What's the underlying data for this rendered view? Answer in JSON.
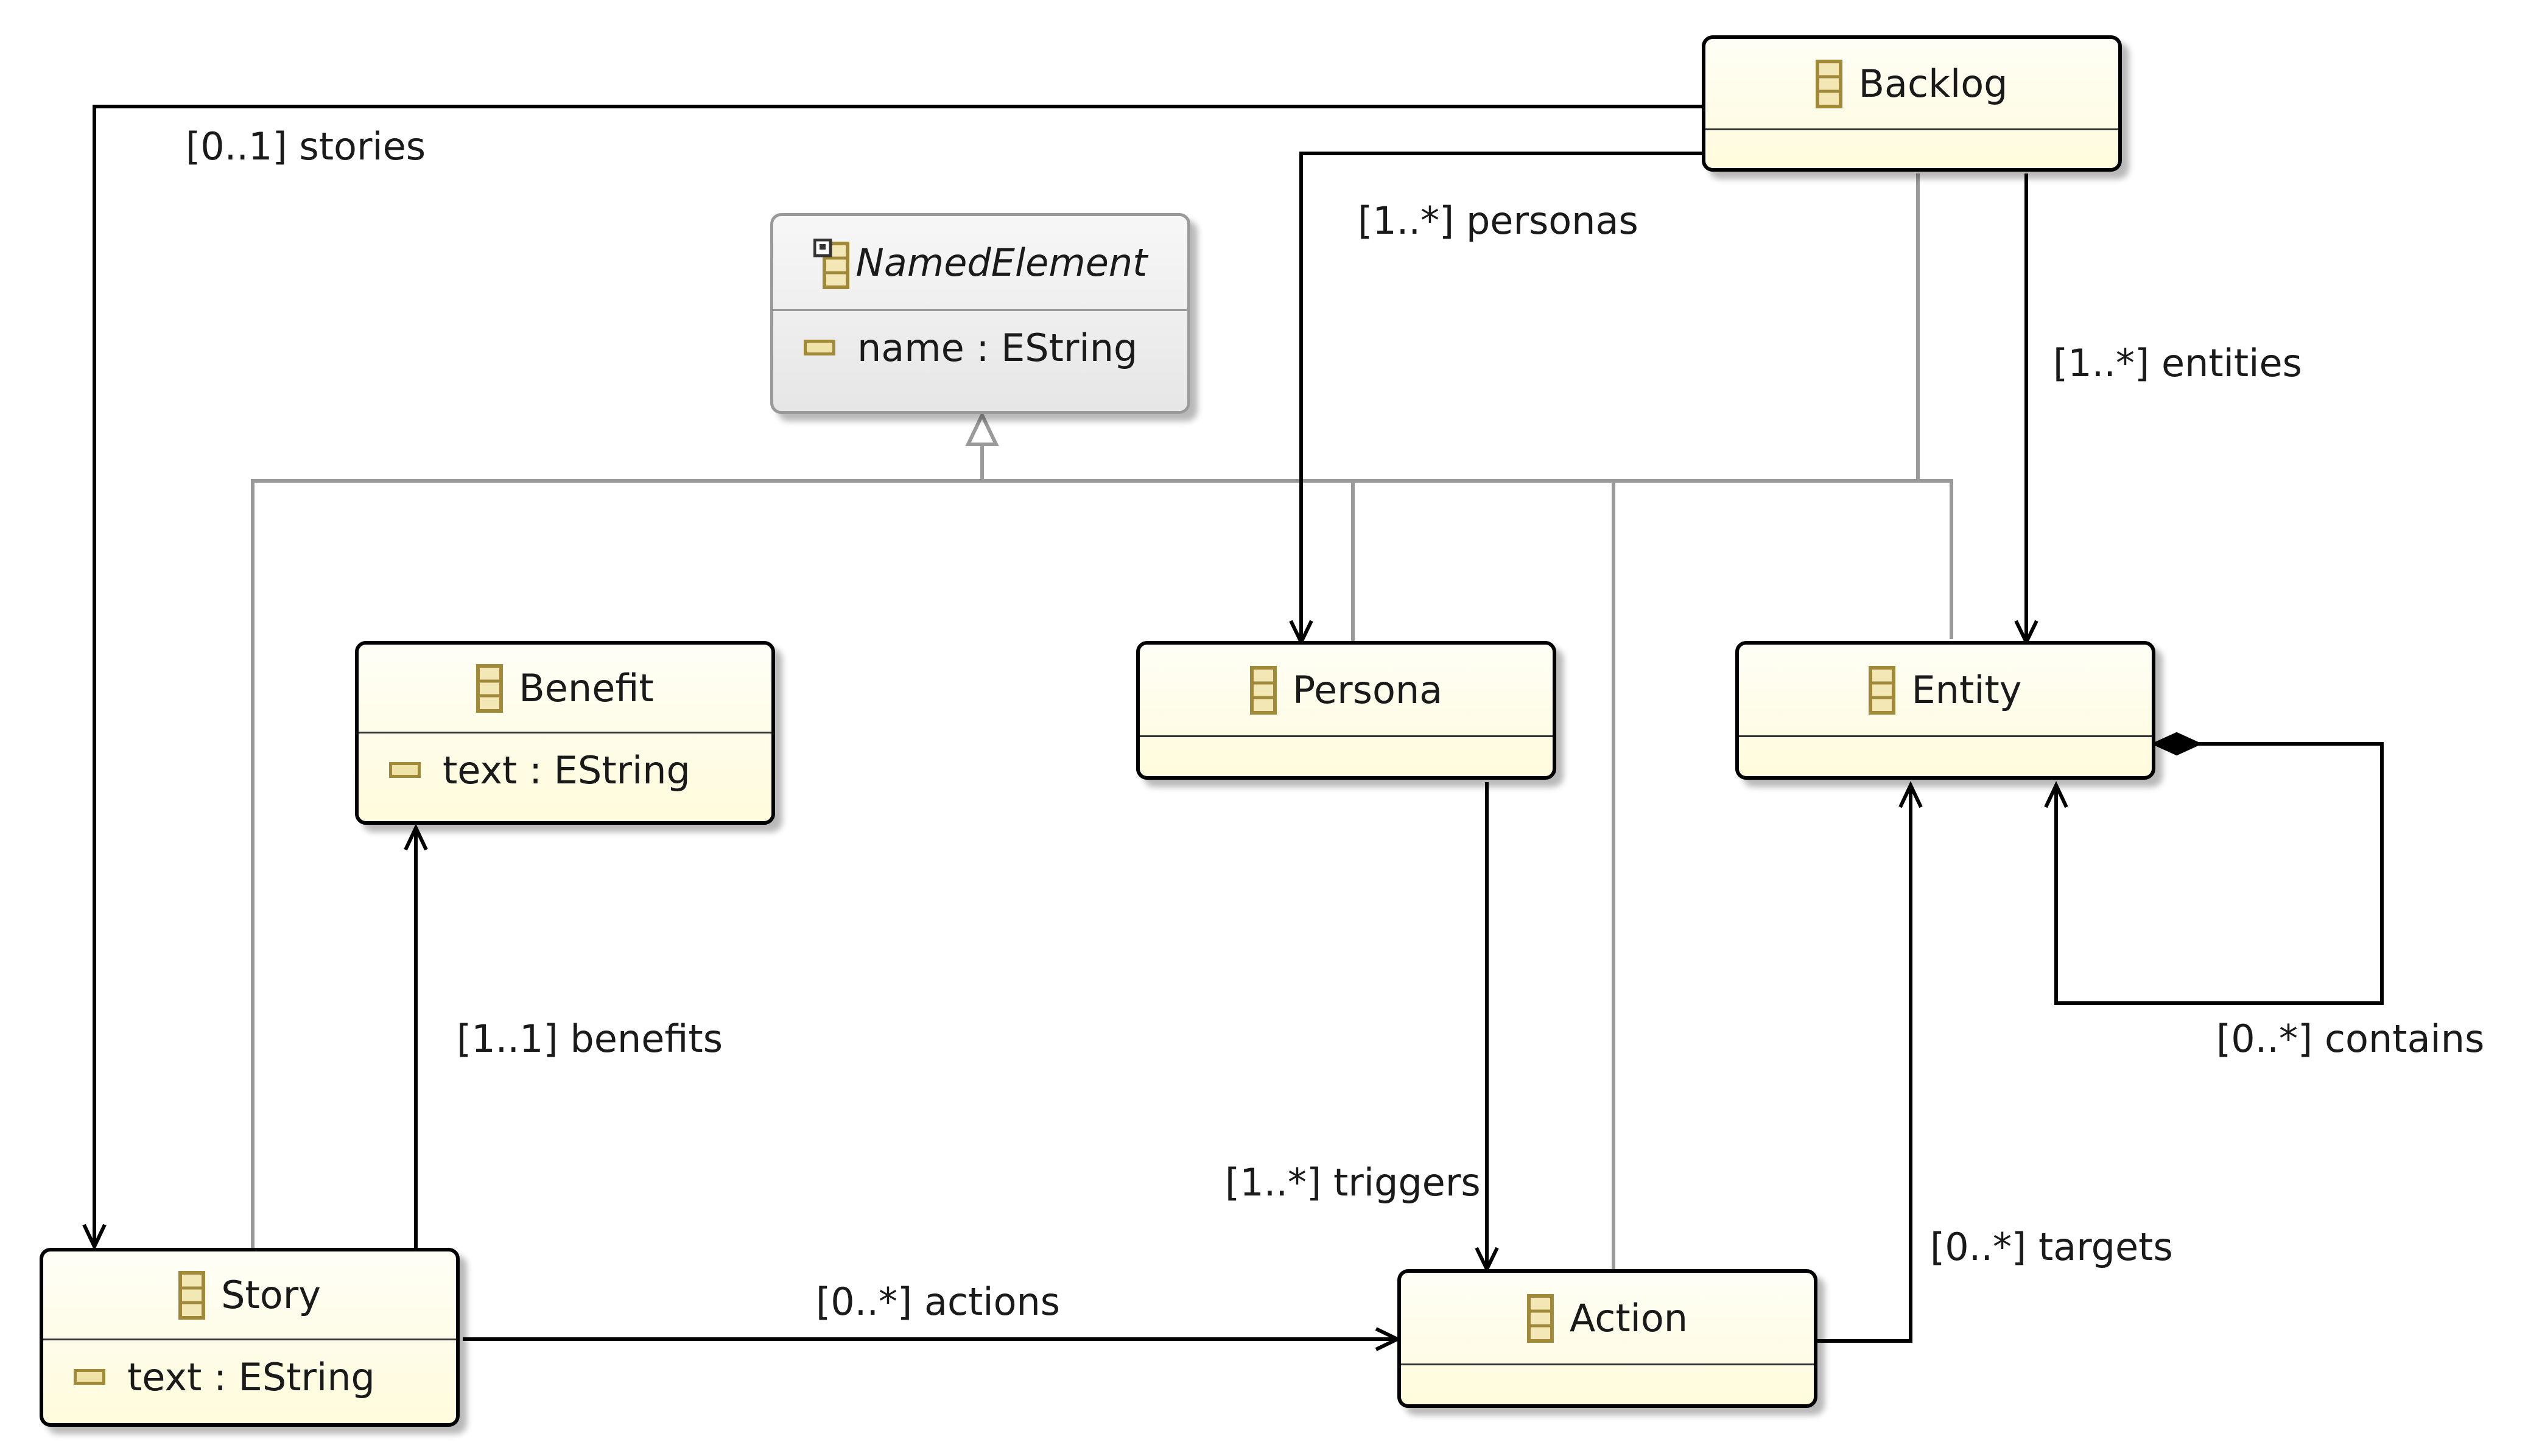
{
  "diagram": {
    "classes": [
      {
        "id": "backlog",
        "name": "Backlog",
        "abstract": false,
        "attributes": []
      },
      {
        "id": "named-element",
        "name": "NamedElement",
        "abstract": true,
        "attributes": [
          "name : EString"
        ]
      },
      {
        "id": "benefit",
        "name": "Benefit",
        "abstract": false,
        "attributes": [
          "text : EString"
        ]
      },
      {
        "id": "persona",
        "name": "Persona",
        "abstract": false,
        "attributes": []
      },
      {
        "id": "entity",
        "name": "Entity",
        "abstract": false,
        "attributes": []
      },
      {
        "id": "story",
        "name": "Story",
        "abstract": false,
        "attributes": [
          "text : EString"
        ]
      },
      {
        "id": "action",
        "name": "Action",
        "abstract": false,
        "attributes": []
      }
    ],
    "references": [
      {
        "from": "Backlog",
        "to": "Story",
        "label": "[0..1] stories"
      },
      {
        "from": "Backlog",
        "to": "Persona",
        "label": "[1..*] personas"
      },
      {
        "from": "Backlog",
        "to": "Entity",
        "label": "[1..*] entities"
      },
      {
        "from": "Story",
        "to": "Benefit",
        "label": "[1..1] benefits"
      },
      {
        "from": "Story",
        "to": "Action",
        "label": "[0..*] actions"
      },
      {
        "from": "Persona",
        "to": "Action",
        "label": "[1..*] triggers"
      },
      {
        "from": "Action",
        "to": "Entity",
        "label": "[0..*] targets"
      },
      {
        "from": "Entity",
        "to": "Entity",
        "label": "[0..*] contains",
        "kind": "containment"
      }
    ],
    "generalizations": [
      {
        "parent": "NamedElement",
        "children": [
          "Story",
          "Persona",
          "Action",
          "Backlog",
          "Entity"
        ]
      }
    ]
  },
  "colors": {
    "class_fill": "#fffbdc",
    "abstract_fill": "#ececec",
    "line": "#000000",
    "inheritance_line": "#9a9a9a",
    "icon_border": "#a08a3a"
  }
}
